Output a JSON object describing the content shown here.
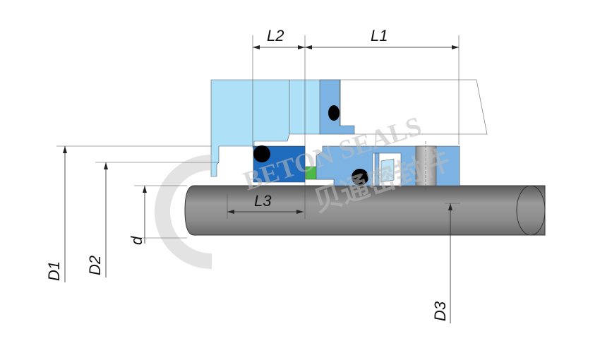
{
  "diagram": {
    "labels": {
      "L1": "L1",
      "L2": "L2",
      "L3": "L3",
      "d": "d",
      "D1": "D1",
      "D2": "D2",
      "D3": "D3"
    },
    "watermark": {
      "text": "BETON SEALS",
      "chinese": "贝通密封件"
    },
    "colors": {
      "gland": "#aee0f7",
      "rotating_parts": "#7db3e3",
      "seat": "#1f6bbd",
      "spring_ring": "#4cb848",
      "o_ring": "#000000",
      "shaft": "#8a8a8a",
      "set_screw": "#a9a9a9"
    }
  }
}
